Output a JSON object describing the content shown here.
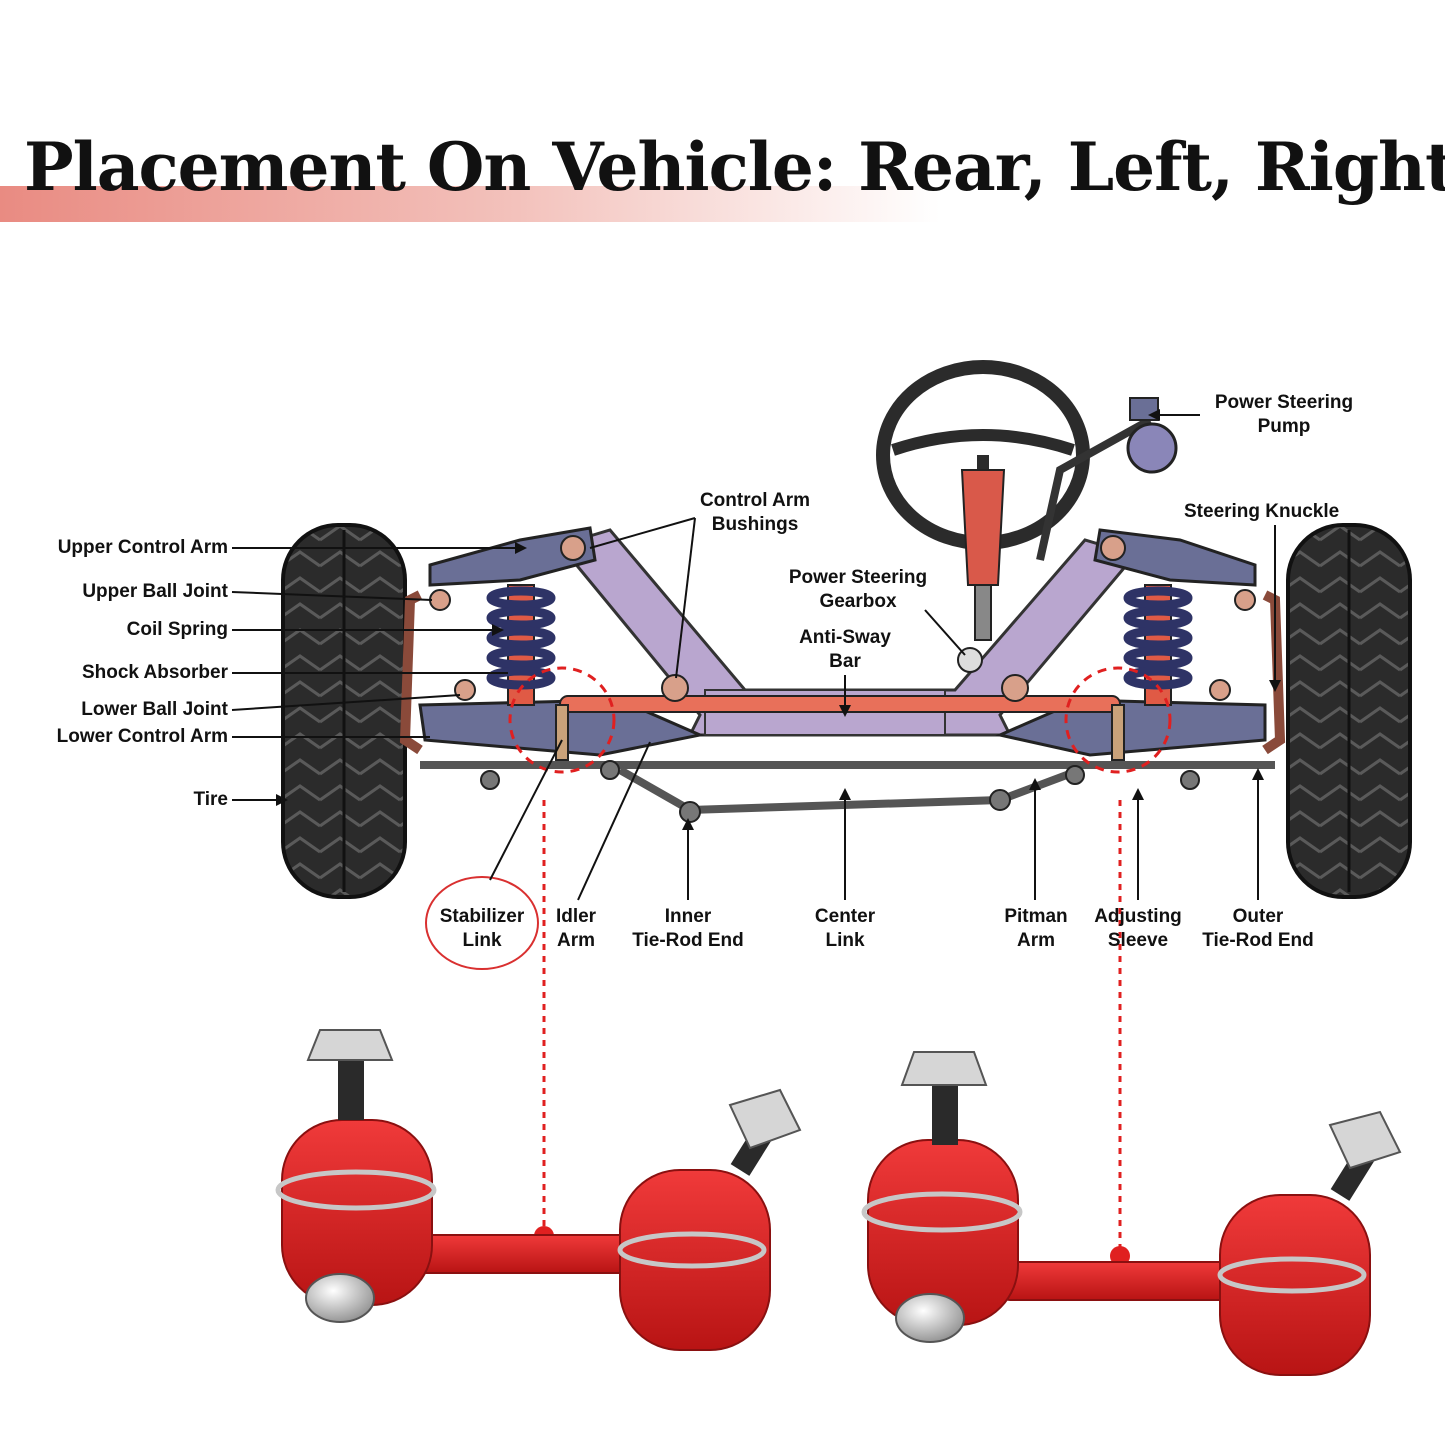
{
  "title": "Placement On Vehicle: Rear, Left, Right",
  "colors": {
    "accent_red": "#e02020",
    "link_red": "#d92222",
    "frame_purple": "#b9a6cf",
    "arm_slate": "#6a6f96",
    "spring_navy": "#2e3366",
    "tire_dark": "#2b2b2b"
  },
  "labels": {
    "upper_control_arm": "Upper Control Arm",
    "upper_ball_joint": "Upper Ball Joint",
    "coil_spring": "Coil Spring",
    "shock_absorber": "Shock Absorber",
    "lower_ball_joint": "Lower Ball Joint",
    "lower_control_arm": "Lower Control Arm",
    "tire": "Tire",
    "control_arm_bushings": [
      "Control Arm",
      "Bushings"
    ],
    "power_steering_gearbox": [
      "Power Steering",
      "Gearbox"
    ],
    "anti_sway_bar": [
      "Anti-Sway",
      "Bar"
    ],
    "power_steering_pump": [
      "Power Steering",
      "Pump"
    ],
    "steering_knuckle": "Steering Knuckle",
    "stabilizer_link": [
      "Stabilizer",
      "Link"
    ],
    "idler_arm": [
      "Idler",
      "Arm"
    ],
    "inner_tie_rod_end": [
      "Inner",
      "Tie-Rod End"
    ],
    "center_link": [
      "Center",
      "Link"
    ],
    "pitman_arm": [
      "Pitman",
      "Arm"
    ],
    "adjusting_sleeve": [
      "Adjusting",
      "Sleeve"
    ],
    "outer_tie_rod_end": [
      "Outer",
      "Tie-Rod End"
    ]
  }
}
